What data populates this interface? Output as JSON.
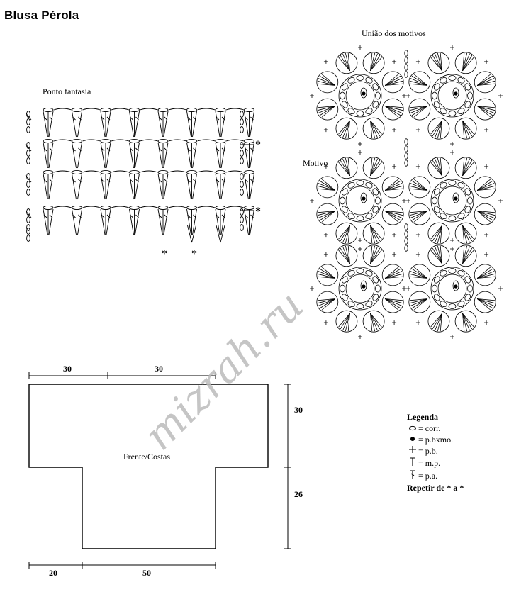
{
  "title": "Blusa Pérola",
  "stitch_pattern": {
    "label": "Ponto fantasia",
    "repeat_mark": "*"
  },
  "motif_join": {
    "label": "União dos motivos",
    "motif_label": "Motivo"
  },
  "schematic": {
    "piece_label": "Frente/Costas",
    "top_left_width": "30",
    "top_right_width": "30",
    "upper_height": "30",
    "lower_height": "26",
    "bottom_offset": "20",
    "bottom_width": "50"
  },
  "legend": {
    "title": "Legenda",
    "items": [
      {
        "icon": "chain-icon",
        "text": "= corr."
      },
      {
        "icon": "slip-stitch-icon",
        "text": "= p.bxmo."
      },
      {
        "icon": "single-crochet-icon",
        "text": "= p.b."
      },
      {
        "icon": "half-double-icon",
        "text": "= m.p."
      },
      {
        "icon": "double-crochet-icon",
        "text": "= p.a."
      }
    ],
    "repeat": "Repetir de * a *"
  },
  "watermark": "mizrah.ru"
}
